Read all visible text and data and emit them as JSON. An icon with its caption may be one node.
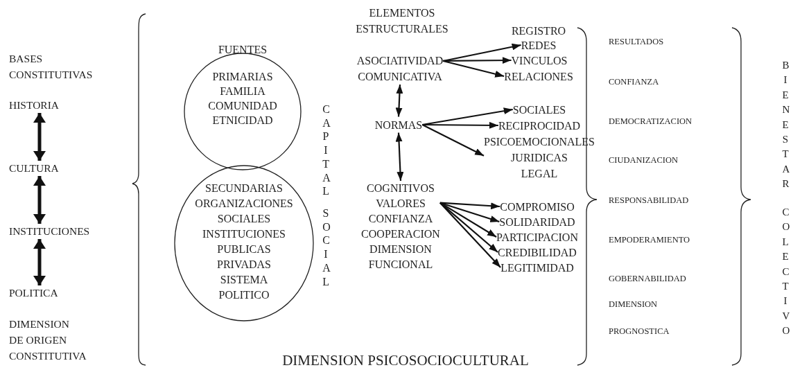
{
  "diagram": {
    "nodes": [
      {
        "text": [
          "HISTORIA"
        ]
      },
      {
        "text": [
          "CULTURA"
        ]
      },
      {
        "text": [
          "INSTITUCIONES"
        ]
      },
      {
        "text": [
          "POLITICA"
        ]
      },
      {
        "text": [
          "FUENTES",
          "PRIMARIAS",
          "FAMILIA",
          "COMUNIDAD",
          "ETNICIDAD"
        ]
      },
      {
        "text": [
          "SECUNDARIAS",
          "ORGANIZACIONES SOCIALES",
          "INSTITUCIONES PUBLICAS",
          "PRIVADAS",
          "SISTEMA POLITICO"
        ]
      },
      {
        "text": [
          "ASOCIATIVIDAD COMUNICATIVA"
        ]
      },
      {
        "text": [
          "REGISTRO"
        ]
      },
      {
        "text": [
          "REDES"
        ]
      },
      {
        "text": [
          "VINCULOS"
        ]
      },
      {
        "text": [
          "RELACIONES"
        ]
      },
      {
        "text": [
          "NORMAS"
        ]
      },
      {
        "text": [
          "SOCIALES"
        ]
      },
      {
        "text": [
          "RECIPROCIDAD"
        ]
      },
      {
        "text": [
          "PSICOEMOCIONALES"
        ]
      },
      {
        "text": [
          "JURIDICAS"
        ]
      },
      {
        "text": [
          "LEGAL"
        ]
      },
      {
        "text": [
          "COGNITIVOS",
          "VALORES",
          "CONFIANZA",
          "COOPERACION",
          "DIMENSION FUNCIONAL"
        ]
      },
      {
        "text": [
          "COMPROMISO"
        ]
      },
      {
        "text": [
          "SOLIDARIDAD"
        ]
      },
      {
        "text": [
          "PARTICIPACION"
        ]
      },
      {
        "text": [
          "CREDIBILIDAD"
        ]
      },
      {
        "text": [
          "LEGITIMIDAD"
        ]
      }
    ],
    "edges": [
      {
        "from": 0,
        "to": 1,
        "arrow": "both",
        "style": "thick"
      },
      {
        "from": 1,
        "to": 2,
        "arrow": "both",
        "style": "thick"
      },
      {
        "from": 2,
        "to": 3,
        "arrow": "both",
        "style": "thick"
      },
      {
        "from": 6,
        "to": 8,
        "arrow": "to"
      },
      {
        "from": 6,
        "to": 9,
        "arrow": "to"
      },
      {
        "from": 6,
        "to": 10,
        "arrow": "to"
      },
      {
        "from": 6,
        "to": 11,
        "arrow": "both"
      },
      {
        "from": 11,
        "to": 12,
        "arrow": "to"
      },
      {
        "from": 11,
        "to": 13,
        "arrow": "to"
      },
      {
        "from": 11,
        "to": 14,
        "arrow": "to"
      },
      {
        "from": 11,
        "to": 17,
        "arrow": "both"
      },
      {
        "from": 17,
        "to": 18,
        "arrow": "to"
      },
      {
        "from": 17,
        "to": 19,
        "arrow": "to"
      },
      {
        "from": 17,
        "to": 20,
        "arrow": "to"
      },
      {
        "from": 17,
        "to": 21,
        "arrow": "to"
      },
      {
        "from": 17,
        "to": 22,
        "arrow": "to"
      }
    ],
    "labels": [
      "ELEMENTOS ESTRUCTURALES",
      "BASES CONSTITUTIVAS",
      "CAPITAL",
      "SOCIAL",
      "RESULTADOS",
      "CONFIANZA",
      "DEMOCRATIZACION",
      "CIUDANIZACION",
      "RESPONSABILIDAD",
      "EMPODERAMIENTO",
      "GOBERNABILIDAD",
      "DIMENSION",
      "PROGNOSTICA",
      "BIENESTAR",
      "COLECTIVO",
      "DIMENSION DE ORIGEN CONSTITUTIVA",
      "DIMENSION PSICOSOCIOCULTURAL"
    ]
  }
}
